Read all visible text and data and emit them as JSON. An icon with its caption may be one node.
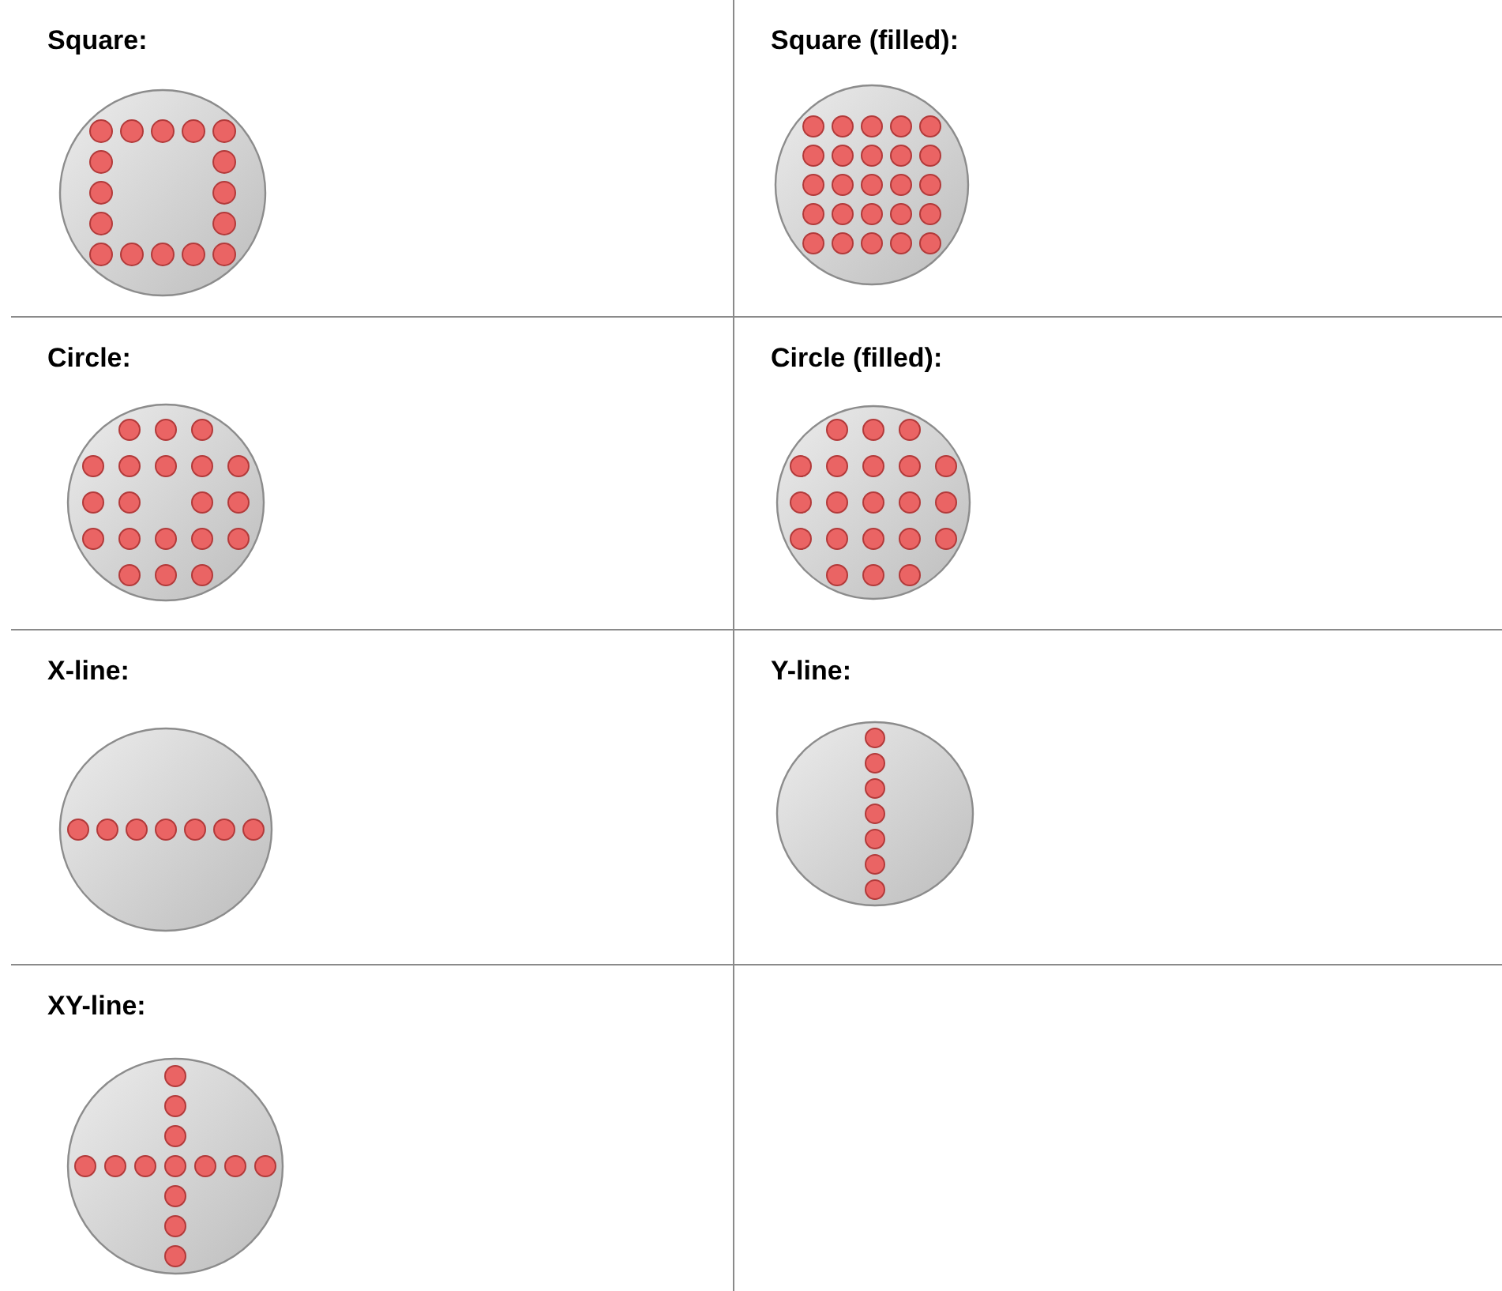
{
  "diagram": {
    "labels": [
      "Square:",
      "Square (filled):",
      "Circle:",
      "Circle (filled):",
      "X-line:",
      "Y-line:",
      "XY-line:"
    ]
  }
}
